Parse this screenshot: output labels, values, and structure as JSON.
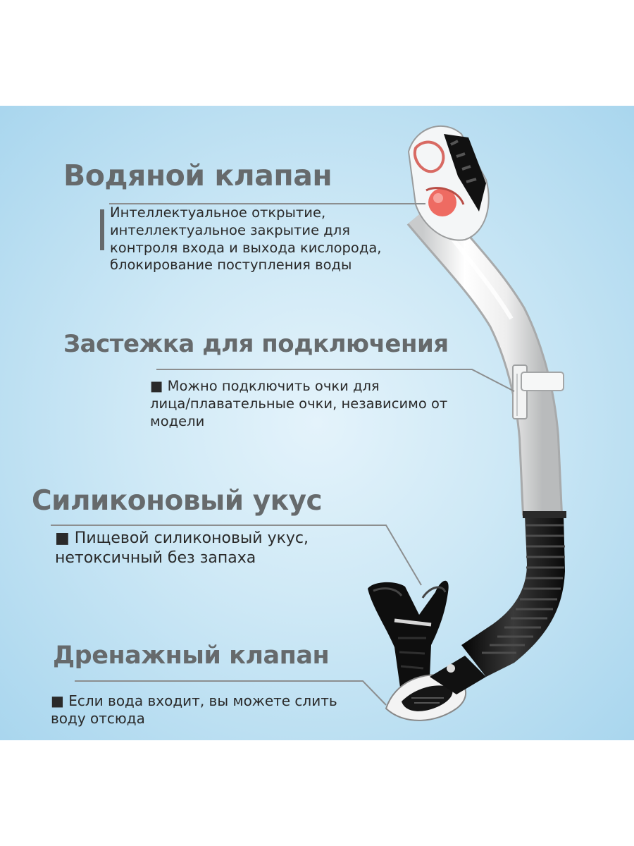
{
  "features": [
    {
      "title": "Водяной клапан",
      "description": "Интеллектуальное открытие, интеллектуальное закрытие для контроля входа и выхода кислорода, блокирование поступления воды",
      "lines": [
        "Интеллектуальное открытие,",
        "интеллектуальное закрытие для",
        "контроля входа и выхода кислорода,",
        "блокирование поступления воды"
      ]
    },
    {
      "title": "Застежка для подключения",
      "description": "■ Можно подключить очки для лица/плавательные очки, независимо от модели",
      "lines": [
        "■ Можно подключить очки для",
        "лица/плавательные очки, независимо от",
        "модели"
      ]
    },
    {
      "title": "Силиконовый укус",
      "description": "■ Пищевой силиконовый укус, нетоксичный без запаха",
      "lines": [
        "■ Пищевой силиконовый укус,",
        "нетоксичный без запаха"
      ]
    },
    {
      "title": "Дренажный клапан",
      "description": "■ Если вода входит, вы можете слить воду отсюда",
      "lines": [
        "■ Если вода входит, вы можете слить",
        "воду отсюда"
      ]
    }
  ],
  "colors": {
    "heading": "#666a6c",
    "text": "#2a2a2a",
    "background_light": "#e4f3fb",
    "background_edge": "#a9d6ee",
    "tube": "#e9eaea",
    "rubber": "#141414",
    "valve_accent": "#f07a70"
  }
}
